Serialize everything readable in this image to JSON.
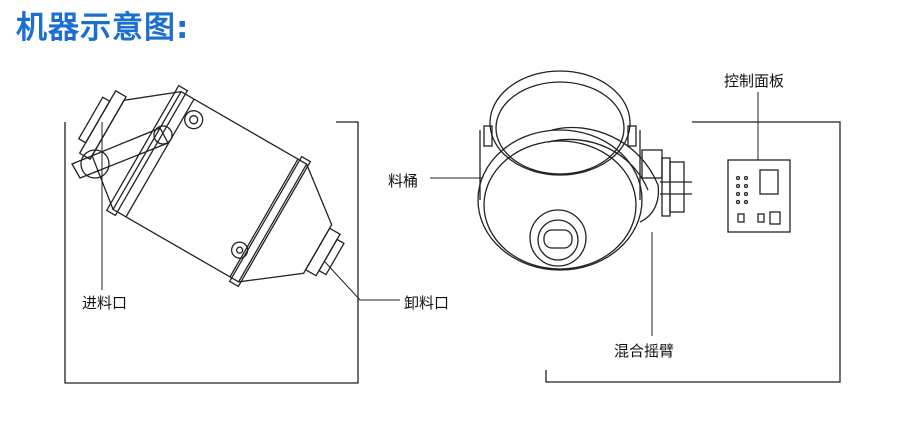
{
  "title": {
    "text": "机器示意图:",
    "color": "#1a6fd1"
  },
  "labels": {
    "inlet": "进料口",
    "outlet": "卸料口",
    "barrel": "料桶",
    "control_panel": "控制面板",
    "mixing_arm": "混合摇臂"
  },
  "colors": {
    "line": "#222222"
  }
}
